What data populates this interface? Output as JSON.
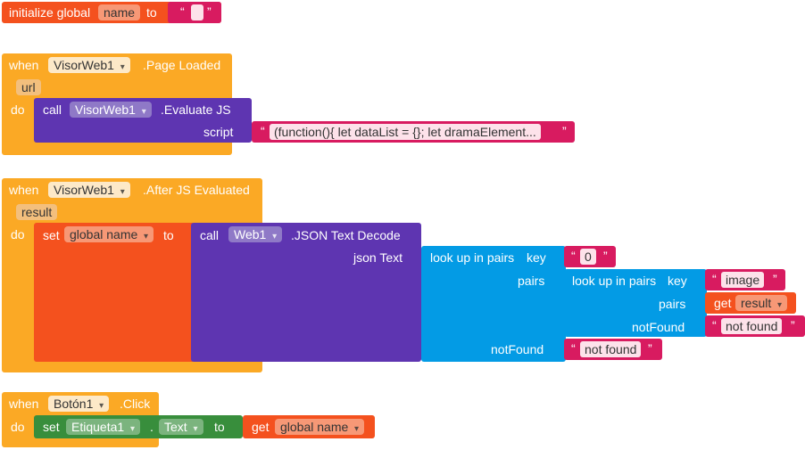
{
  "colors": {
    "variable": "#f4511e",
    "event": "#fba925",
    "method": "#5e35b1",
    "dictionary": "#039be5",
    "text": "#d81b60",
    "setter": "#388e3c",
    "eventParam": "#f3bf7d",
    "varField": "#f79876"
  },
  "global_init": {
    "keyword": "initialize global",
    "name": "name",
    "to": "to",
    "value": ""
  },
  "event_page_loaded": {
    "when": "when",
    "component": "VisorWeb1",
    "event": ".Page Loaded",
    "param": "url",
    "do": "do",
    "call": "call",
    "call_component": "VisorWeb1",
    "method": ".Evaluate JS",
    "arg_label": "script",
    "script_value": "(function(){ let dataList = {}; let dramaElement..."
  },
  "event_after_js": {
    "when": "when",
    "component": "VisorWeb1",
    "event": ".After JS Evaluated",
    "param": "result",
    "do": "do",
    "set": "set",
    "var": "global name",
    "to": "to",
    "call": "call",
    "call_component": "Web1",
    "method": ".JSON Text Decode",
    "json_label": "json Text",
    "outer_lookup": {
      "label": "look up in pairs",
      "key_label": "key",
      "key_value": "0",
      "pairs_label": "pairs",
      "notfound_label": "notFound",
      "notfound_value": "not found"
    },
    "inner_lookup": {
      "label": "look up in pairs",
      "key_label": "key",
      "key_value": "image",
      "pairs_label": "pairs",
      "get": "get",
      "get_var": "result",
      "notfound_label": "notFound",
      "notfound_value": "not found"
    }
  },
  "event_click": {
    "when": "when",
    "component": "Botón1",
    "event": ".Click",
    "do": "do",
    "set": "set",
    "component2": "Etiqueta1",
    "dot": ".",
    "property": "Text",
    "to": "to",
    "get": "get",
    "get_var": "global name"
  }
}
